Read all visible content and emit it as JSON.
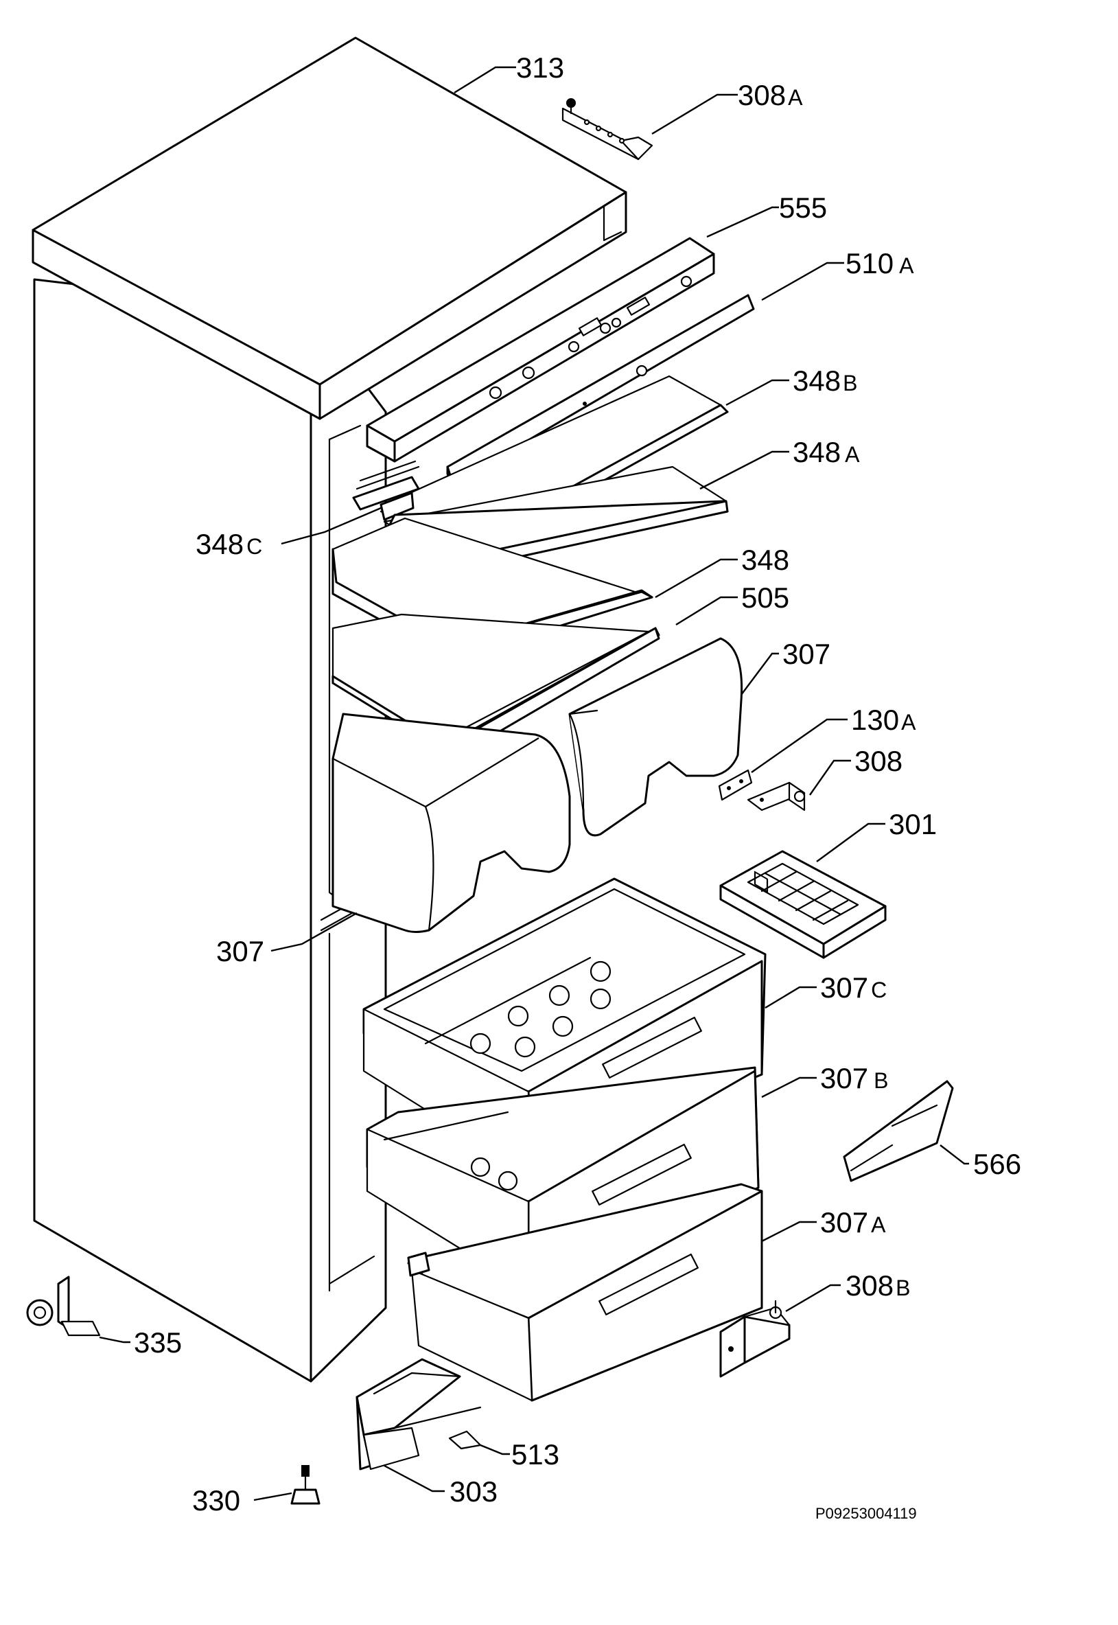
{
  "diagram": {
    "drawing_code": "P09253004119",
    "callouts": [
      {
        "num": "313",
        "suffix": ""
      },
      {
        "num": "308",
        "suffix": "A"
      },
      {
        "num": "555",
        "suffix": ""
      },
      {
        "num": "510",
        "suffix": "A"
      },
      {
        "num": "348",
        "suffix": "B"
      },
      {
        "num": "348",
        "suffix": "A"
      },
      {
        "num": "348",
        "suffix": "C"
      },
      {
        "num": "348",
        "suffix": ""
      },
      {
        "num": "505",
        "suffix": ""
      },
      {
        "num": "307",
        "suffix": ""
      },
      {
        "num": "130",
        "suffix": "A"
      },
      {
        "num": "308",
        "suffix": ""
      },
      {
        "num": "301",
        "suffix": ""
      },
      {
        "num": "307",
        "suffix": ""
      },
      {
        "num": "307",
        "suffix": "C"
      },
      {
        "num": "307",
        "suffix": "B"
      },
      {
        "num": "566",
        "suffix": ""
      },
      {
        "num": "307",
        "suffix": "A"
      },
      {
        "num": "308",
        "suffix": "B"
      },
      {
        "num": "335",
        "suffix": ""
      },
      {
        "num": "513",
        "suffix": ""
      },
      {
        "num": "330",
        "suffix": ""
      },
      {
        "num": "303",
        "suffix": ""
      }
    ]
  }
}
